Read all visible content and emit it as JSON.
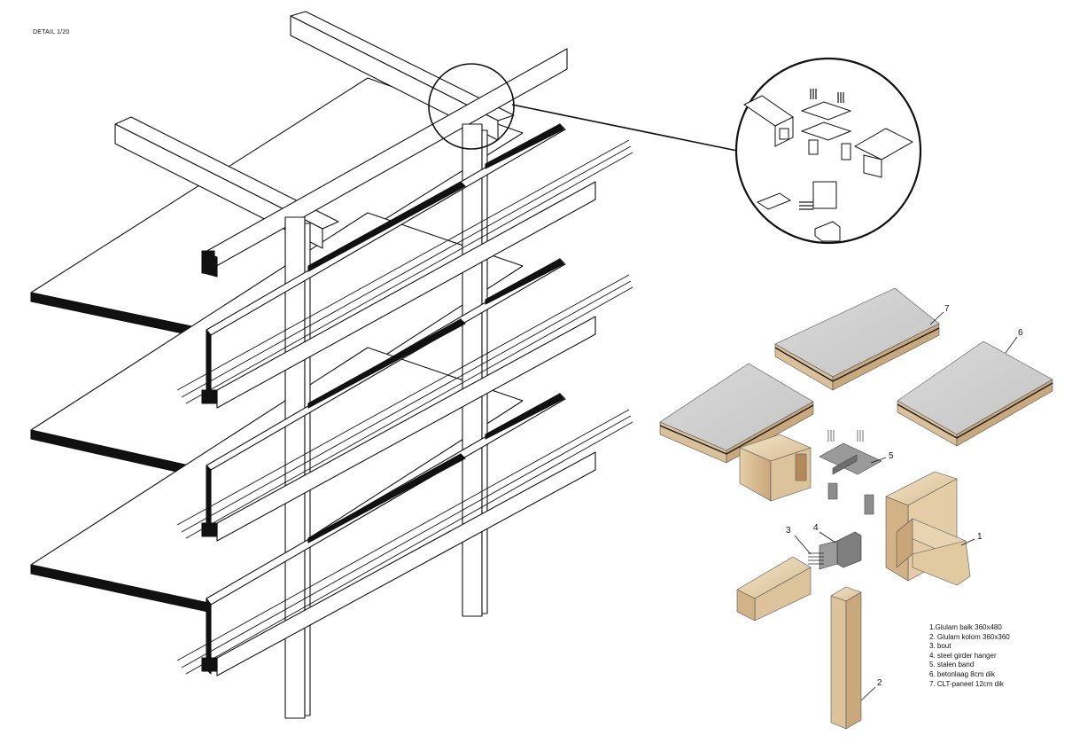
{
  "detail_label": "DETAIL 1/20",
  "callouts": [
    "1",
    "2",
    "3",
    "4",
    "5",
    "6",
    "7"
  ],
  "legend": [
    "1.Glulam balk 360x480",
    "2. Glulam kolom 360x360",
    "3. bout",
    "4. steel girder hanger",
    "5. stalen band",
    "6. betonlaag 8cm dik",
    "7. CLT-paneel 12cm dik"
  ],
  "colors": {
    "line": "#111111",
    "wood_light": "#e9d7b8",
    "wood_mid": "#d9c09a",
    "wood_dark": "#c8a87c",
    "concrete": "#cfcfcf",
    "concrete_edge": "#b9b9b9",
    "steel": "#8d8d8d",
    "steel_dark": "#5e5e5e"
  }
}
